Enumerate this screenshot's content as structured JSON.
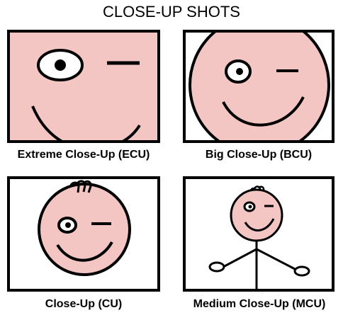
{
  "title": "CLOSE-UP SHOTS",
  "colors": {
    "skin": "#f3c5c3",
    "line": "#000000",
    "background": "#ffffff"
  },
  "panels": [
    {
      "caption": "Extreme Close-Up (ECU)"
    },
    {
      "caption": "Big Close-Up (BCU)"
    },
    {
      "caption": "Close-Up (CU)"
    },
    {
      "caption": "Medium Close-Up (MCU)"
    }
  ]
}
